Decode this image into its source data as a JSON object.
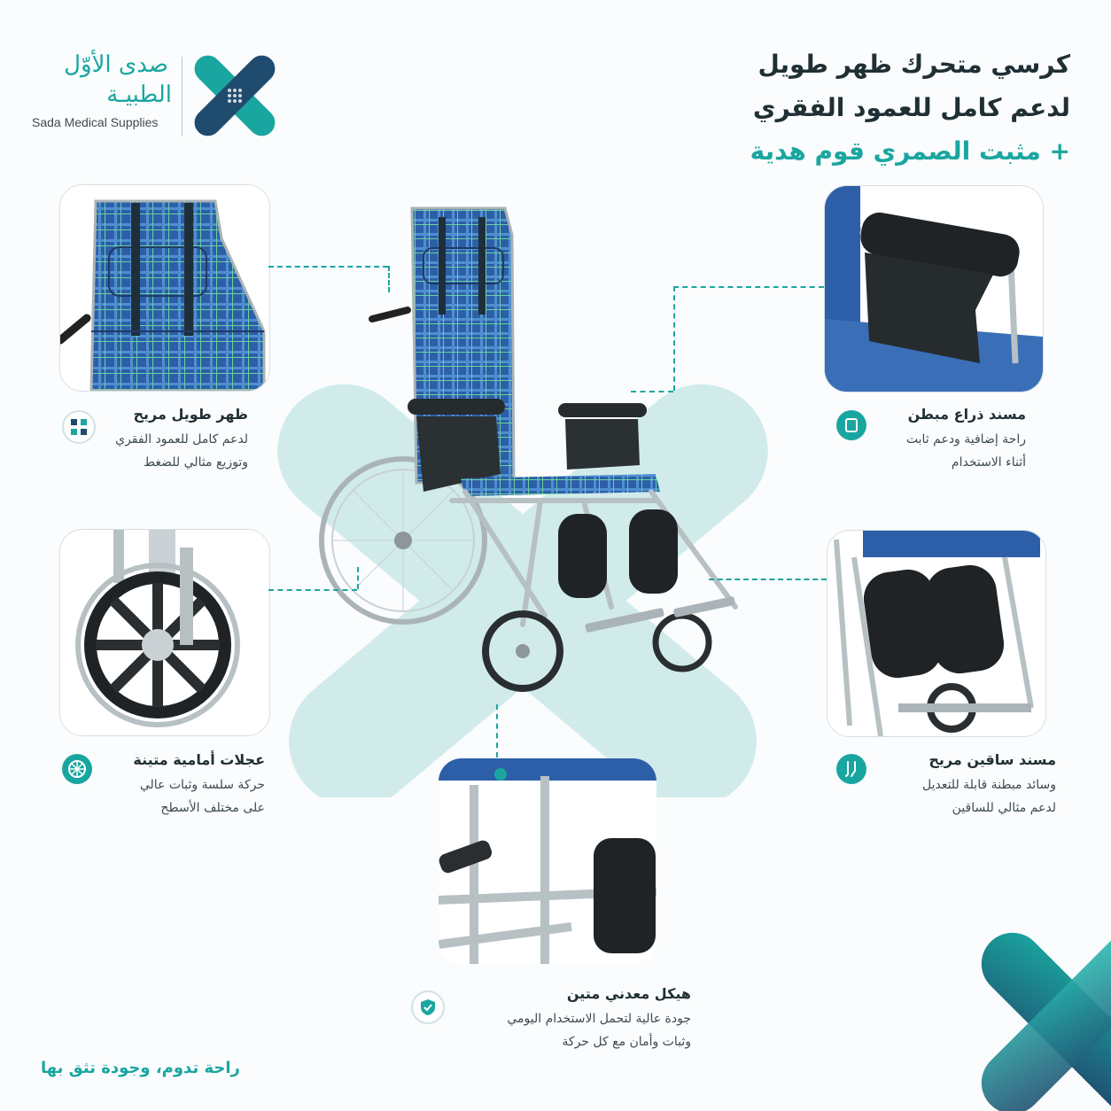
{
  "brand": {
    "name_ar_line1": "صدى الأوّل",
    "name_ar_line2": "الطبيـة",
    "name_en": "Sada Medical Supplies",
    "colors": {
      "teal": "#1aa6a0",
      "navy": "#1f4b6e",
      "dark": "#1f2f33"
    }
  },
  "title": {
    "line1": "كرسي متحرك ظهر طويل",
    "line2": "لدعم كامل للعمود الفقري",
    "line3": "+ مثبت الصمري قوم هدية"
  },
  "features": {
    "back": {
      "icon": "qr-grid-icon",
      "title": "ظهر طويل مريح",
      "line1": "لدعم كامل للعمود الفقري",
      "line2": "وتوزيع مثالي للضغط"
    },
    "arm": {
      "icon": "tablet-icon",
      "title": "مسند ذراع مبطن",
      "line1": "راحة إضافية ودعم ثابت",
      "line2": "أثناء الاستخدام"
    },
    "wheel": {
      "icon": "wheel-icon",
      "title": "عجلات أمامية متينة",
      "line1": "حركة سلسة وثبات عالي",
      "line2": "على مختلف الأسطح"
    },
    "leg": {
      "icon": "leg-rest-icon",
      "title": "مسند ساقين مريح",
      "line1": "وسائد مبطنة قابلة للتعديل",
      "line2": "لدعم مثالي للساقين"
    },
    "frame": {
      "icon": "shield-check-icon",
      "title": "هيكل معدني متين",
      "line1": "جودة عالية لتحمل الاستخدام اليومي",
      "line2": "وثبات وأمان مع كل حركة"
    }
  },
  "tagline": "راحة تدوم، وجودة تثق بها"
}
